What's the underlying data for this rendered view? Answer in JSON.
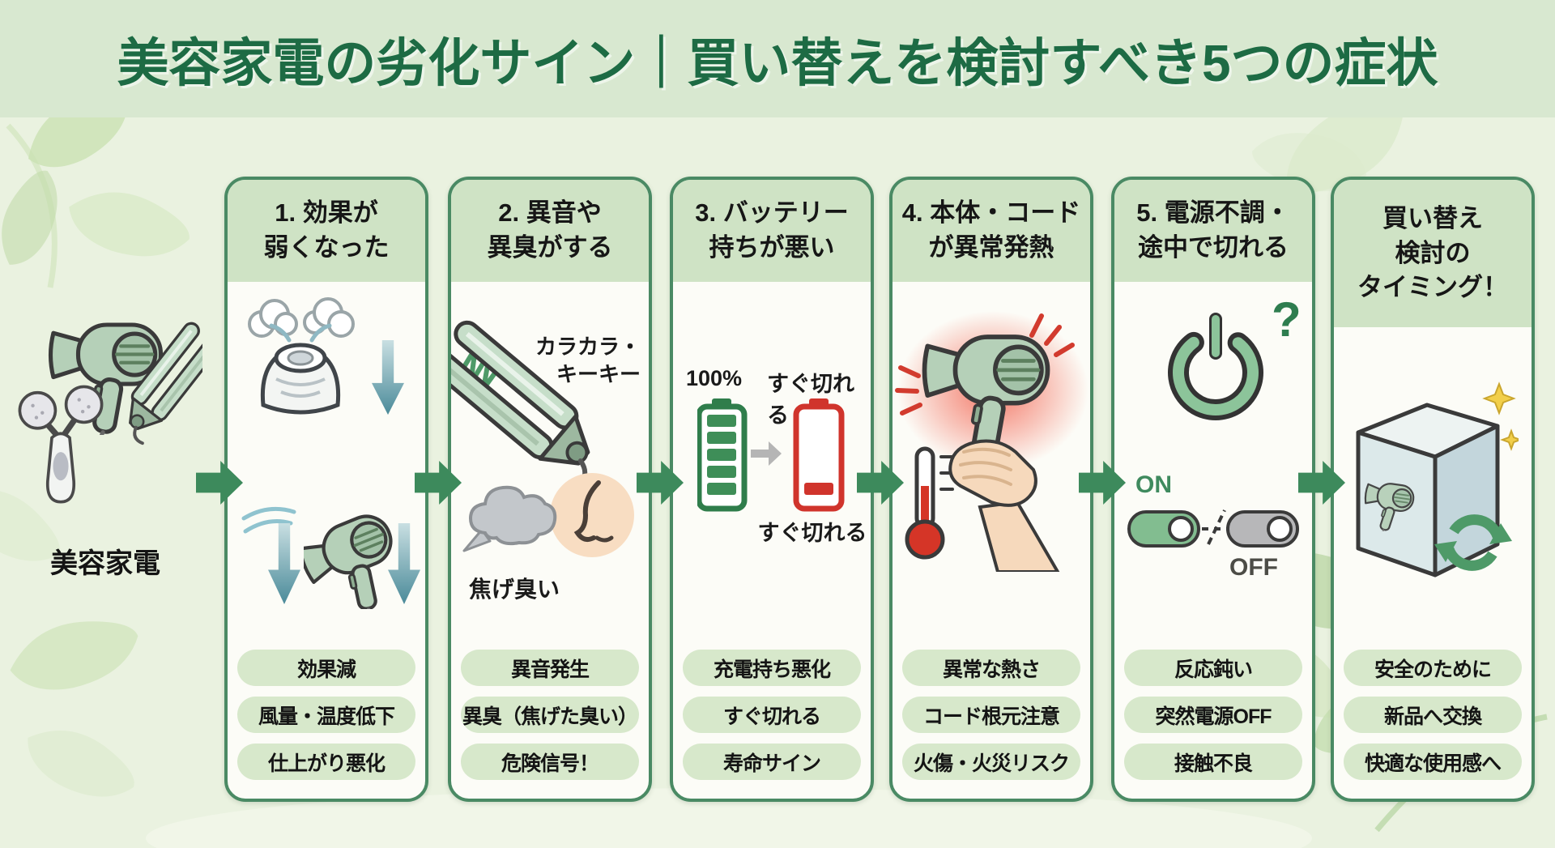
{
  "header": {
    "title": "美容家電の劣化サイン｜買い替えを検討すべき5つの症状"
  },
  "intro": {
    "label": "美容家電"
  },
  "cards": [
    {
      "id": "effect-weakened",
      "title": "1. 効果が\n弱くなった",
      "tags": [
        "効果減",
        "風量・温度低下",
        "仕上がり悪化"
      ]
    },
    {
      "id": "noise-smell",
      "title": "2. 異音や\n異臭がする",
      "labels": {
        "noise": "カラカラ・\nキーキー",
        "smell": "焦げ臭い"
      },
      "tags": [
        "異音発生",
        "異臭（焦げた臭い）",
        "危険信号！"
      ]
    },
    {
      "id": "battery-life",
      "title": "3. バッテリー\n持ちが悪い",
      "labels": {
        "full": "100%",
        "drain_top": "すぐ切れる",
        "drain_bottom": "すぐ切れる"
      },
      "tags": [
        "充電持ち悪化",
        "すぐ切れる",
        "寿命サイン"
      ]
    },
    {
      "id": "overheat",
      "title": "4. 本体・コード\nが異常発熱",
      "tags": [
        "異常な熱さ",
        "コード根元注意",
        "火傷・火災リスク"
      ]
    },
    {
      "id": "power-fault",
      "title": "5. 電源不調・\n途中で切れる",
      "labels": {
        "on": "ON",
        "off": "OFF",
        "question": "?"
      },
      "tags": [
        "反応鈍い",
        "突然電源OFF",
        "接触不良"
      ]
    },
    {
      "id": "replace-timing",
      "title": "買い替え\n検討の\nタイミング！",
      "tags": [
        "安全のために",
        "新品へ交換",
        "快適な使用感へ"
      ]
    }
  ],
  "colors": {
    "title_green": "#1d6b44",
    "header_band_bg": "#d8e8d0",
    "main_bg": "#eaf2e0",
    "card_border": "#4a8a64",
    "card_header_bg": "#cfe3c5",
    "tag_bg": "#d7e8cb",
    "flow_arrow_green": "#3d8a5c",
    "decline_arrow_teal": "#4a8a99",
    "battery_ok_green": "#3e8e58",
    "battery_low_red": "#d0342c",
    "alert_red": "#d23b2e",
    "toggle_on_green": "#82bd90",
    "toggle_off_gray": "#b7b7b9",
    "sparkle_yellow": "#f2cf4a"
  }
}
